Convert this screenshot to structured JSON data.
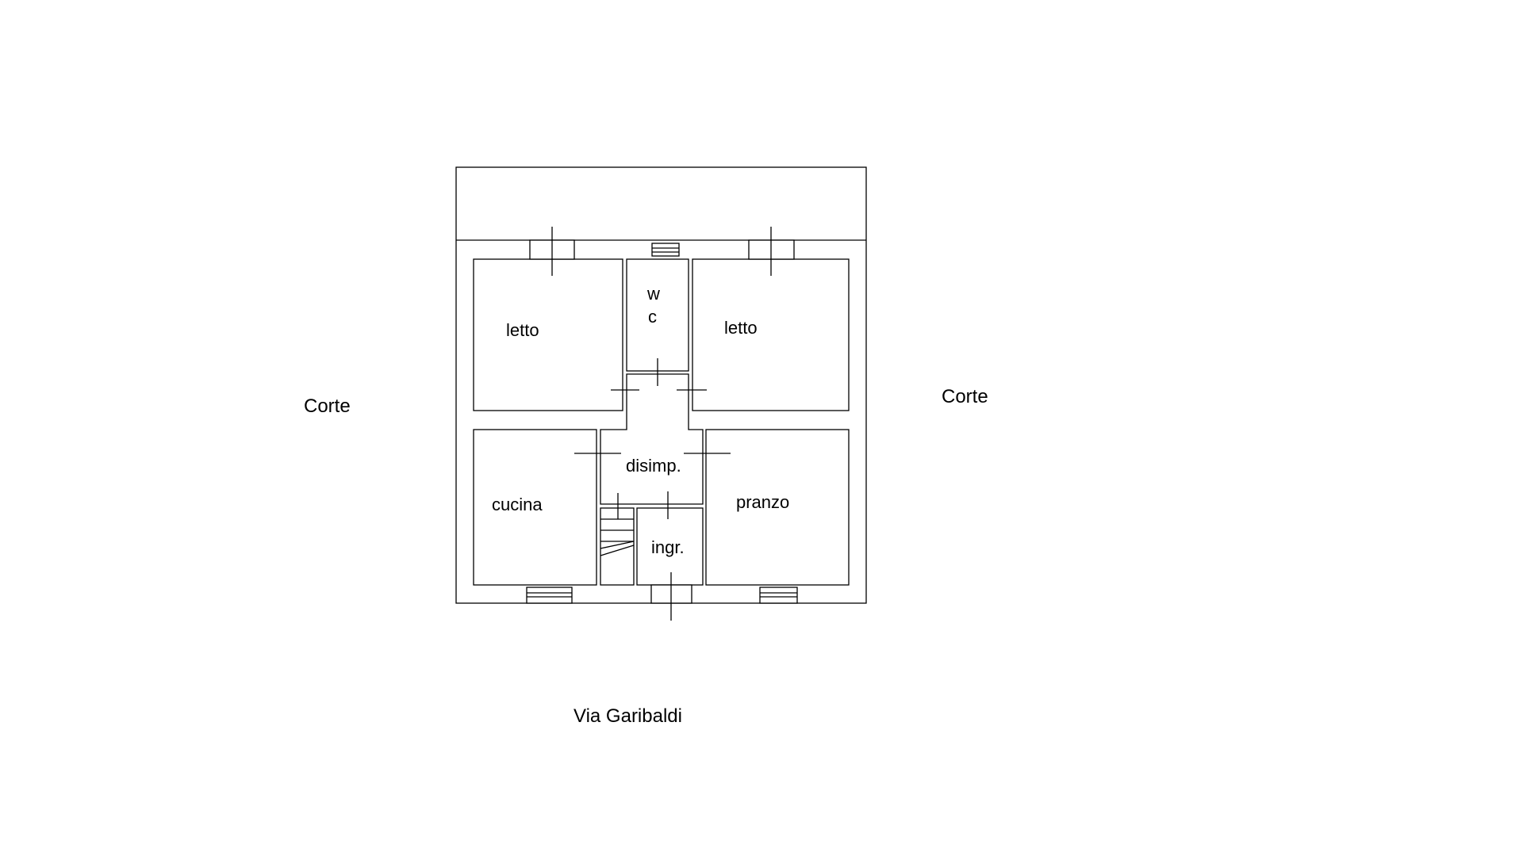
{
  "plan": {
    "left_label": "Corte",
    "right_label": "Corte",
    "street_label": "Via Garibaldi",
    "rooms": {
      "letto_left": "letto",
      "wc_line1": "w",
      "wc_line2": "c",
      "letto_right": "letto",
      "cucina": "cucina",
      "disimpegno": "disimp.",
      "ingresso": "ingr.",
      "pranzo": "pranzo"
    }
  }
}
